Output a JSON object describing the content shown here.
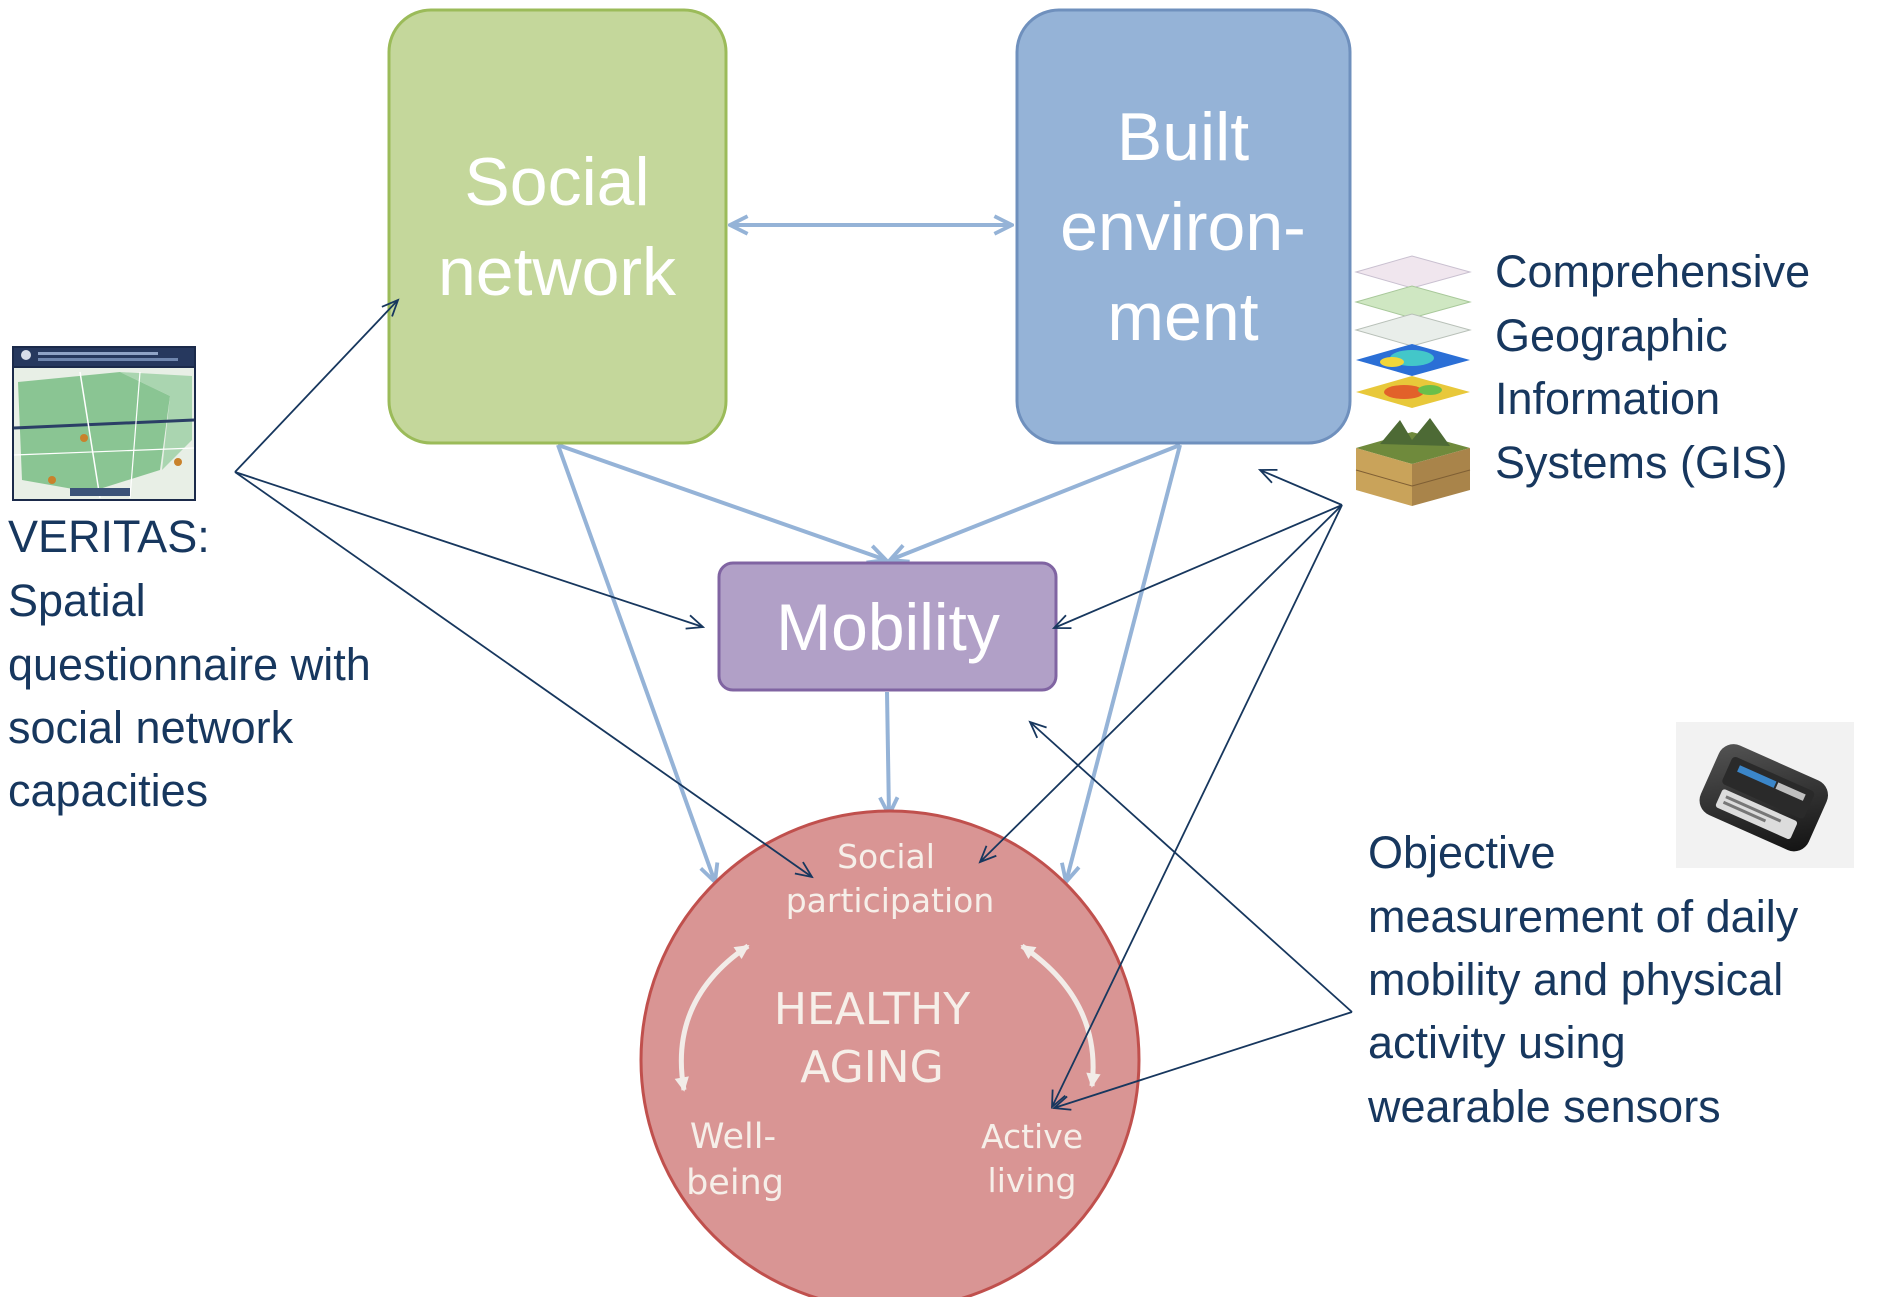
{
  "colors": {
    "social_fill": "#c4d79b",
    "social_stroke": "#9bbb59",
    "built_fill": "#95b3d7",
    "built_stroke": "#6f90bd",
    "mobility_fill": "#b1a0c7",
    "mobility_stroke": "#8064a2",
    "aging_fill": "#d99594",
    "aging_stroke": "#c0504d",
    "thick_arrow": "#95b3d7",
    "thin_arrow": "#17375e",
    "text_dark": "#17375e"
  },
  "nodes": {
    "social_network": {
      "line1": "Social",
      "line2": "network"
    },
    "built_environment": {
      "line1": "Built",
      "line2": "environ-",
      "line3": "ment"
    },
    "mobility": {
      "label": "Mobility"
    },
    "healthy_aging": {
      "title_line1": "HEALTHY",
      "title_line2": "AGING",
      "social_participation_line1": "Social",
      "social_participation_line2": "participation",
      "well_being_line1": "Well-",
      "well_being_line2": "being",
      "active_living_line1": "Active",
      "active_living_line2": "living"
    }
  },
  "tools": {
    "veritas": {
      "line1": "VERITAS:",
      "line2": "Spatial",
      "line3": "questionnaire with",
      "line4": "social network",
      "line5": "capacities",
      "icon": "map-screenshot-icon"
    },
    "gis": {
      "line1": "Comprehensive",
      "line2": "Geographic",
      "line3": "Information",
      "line4": "Systems (GIS)",
      "icon": "gis-layers-icon"
    },
    "sensors": {
      "line1": "Objective",
      "line2": "measurement of daily",
      "line3": "mobility and physical",
      "line4": "activity using",
      "line5": "wearable sensors",
      "icon": "wearable-sensor-icon"
    }
  }
}
